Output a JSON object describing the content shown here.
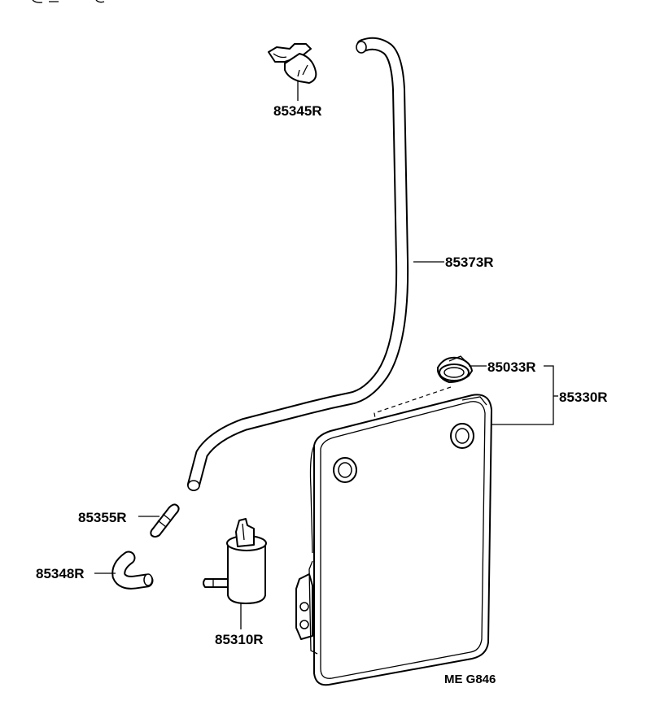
{
  "parts": {
    "nozzle": "85345R",
    "hose": "85373R",
    "cap": "85033R",
    "tank_assy": "85330R",
    "joint": "85355R",
    "elbow_hose": "85348R",
    "pump": "85310R"
  },
  "drawing_code": "ME G846"
}
